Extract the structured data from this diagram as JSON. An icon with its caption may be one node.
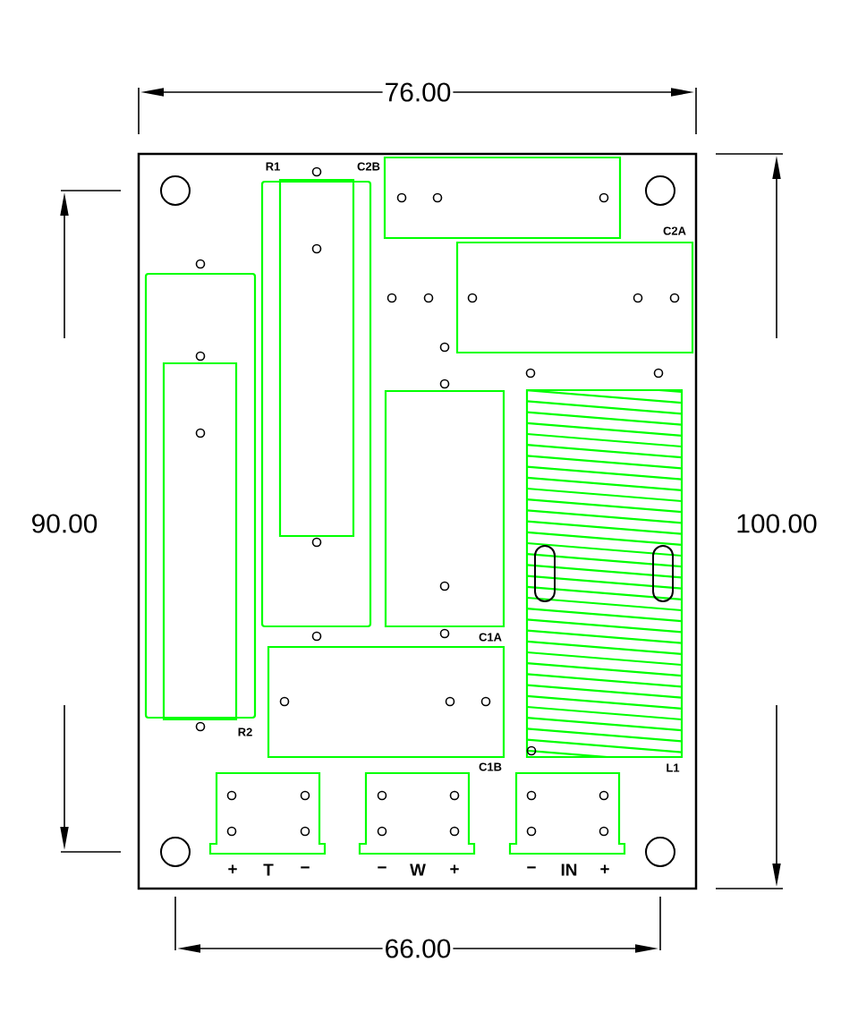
{
  "diagram": {
    "labels": [
      "76.00",
      "R1",
      "C2B",
      "C2A",
      "90.00",
      "100.00",
      "C1A",
      "R2",
      "C1B",
      "L1",
      "+",
      "T",
      "−",
      "−",
      "W",
      "+",
      "−",
      "IN",
      "+",
      "66.00"
    ]
  }
}
